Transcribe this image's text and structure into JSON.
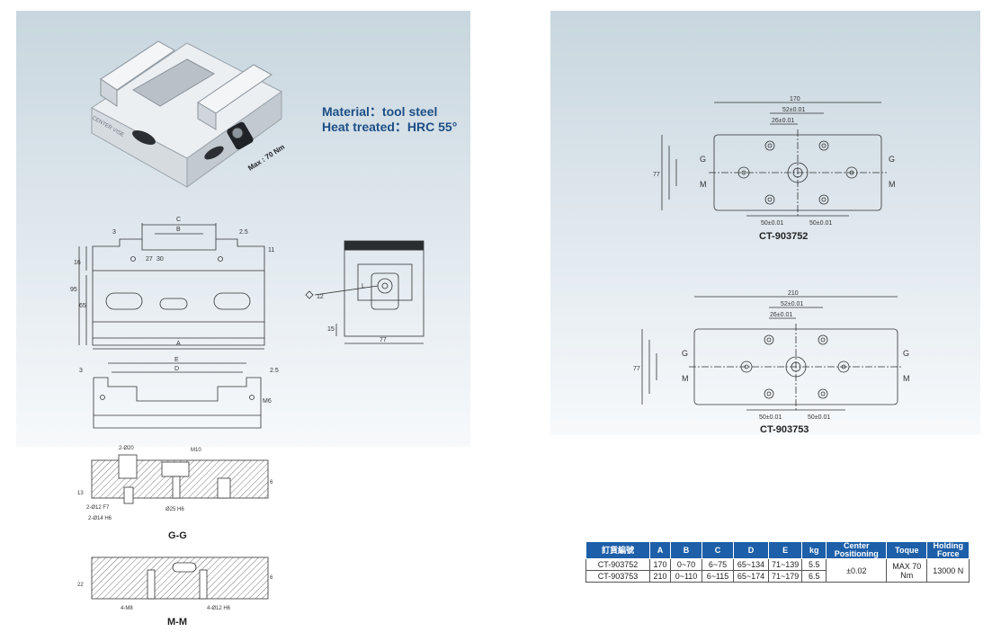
{
  "material_text": {
    "material": "Material：tool steel",
    "heat": "Heat treated：HRC 55°"
  },
  "vise_markings": {
    "plate": "Max : 70 Nm",
    "brand": "CENTER VISE"
  },
  "front_view": {
    "dims": {
      "C": "C",
      "B": "B",
      "A": "A",
      "d3": "3",
      "d27": "27",
      "d30": "30",
      "d25": "2.5",
      "d11": "11",
      "d16": "16",
      "d95": "95",
      "d65": "65"
    }
  },
  "side_view": {
    "dims": {
      "hex": "12",
      "d15": "15",
      "d77": "77",
      "L": "L"
    }
  },
  "top_view": {
    "dims": {
      "E": "E",
      "D": "D",
      "d3": "3",
      "d25": "2.5",
      "M6": "M6"
    }
  },
  "section_gg": {
    "title": "G-G",
    "labels": {
      "phi20": "2-Ø20",
      "m10": "M10",
      "phi12": "2-Ø12 F7",
      "phi14": "2-Ø14 H6",
      "phi25": "Ø25 H6",
      "d13": "13",
      "d6": "6"
    }
  },
  "section_mm": {
    "title": "M-M",
    "labels": {
      "m8": "4-M8",
      "phi12": "4-Ø12 H6",
      "d22": "22",
      "d6": "6"
    }
  },
  "drawing_752": {
    "title": "CT-903752",
    "dims": {
      "w": "170",
      "a": "52±0.01",
      "b": "26±0.01",
      "h": "77",
      "c": "50±0.01",
      "d": "50±0.01",
      "G": "G",
      "M": "M"
    }
  },
  "drawing_753": {
    "title": "CT-903753",
    "dims": {
      "w": "210",
      "a": "52±0.01",
      "b": "26±0.01",
      "h": "77",
      "c": "50±0.01",
      "d": "50±0.01",
      "G": "G",
      "M": "M"
    }
  },
  "spec_table": {
    "headers": [
      "訂貨編號",
      "A",
      "B",
      "C",
      "D",
      "E",
      "kg",
      "Center Positioning",
      "Toque",
      "Holding Force"
    ],
    "rows": [
      [
        "CT-903752",
        "170",
        "0~70",
        "6~75",
        "65~134",
        "71~139",
        "5.5"
      ],
      [
        "CT-903753",
        "210",
        "0~110",
        "6~115",
        "65~174",
        "71~179",
        "6.5"
      ]
    ],
    "merged": {
      "positioning": "±0.02",
      "toque": "MAX 70 Nm",
      "force": "13000 N"
    }
  }
}
